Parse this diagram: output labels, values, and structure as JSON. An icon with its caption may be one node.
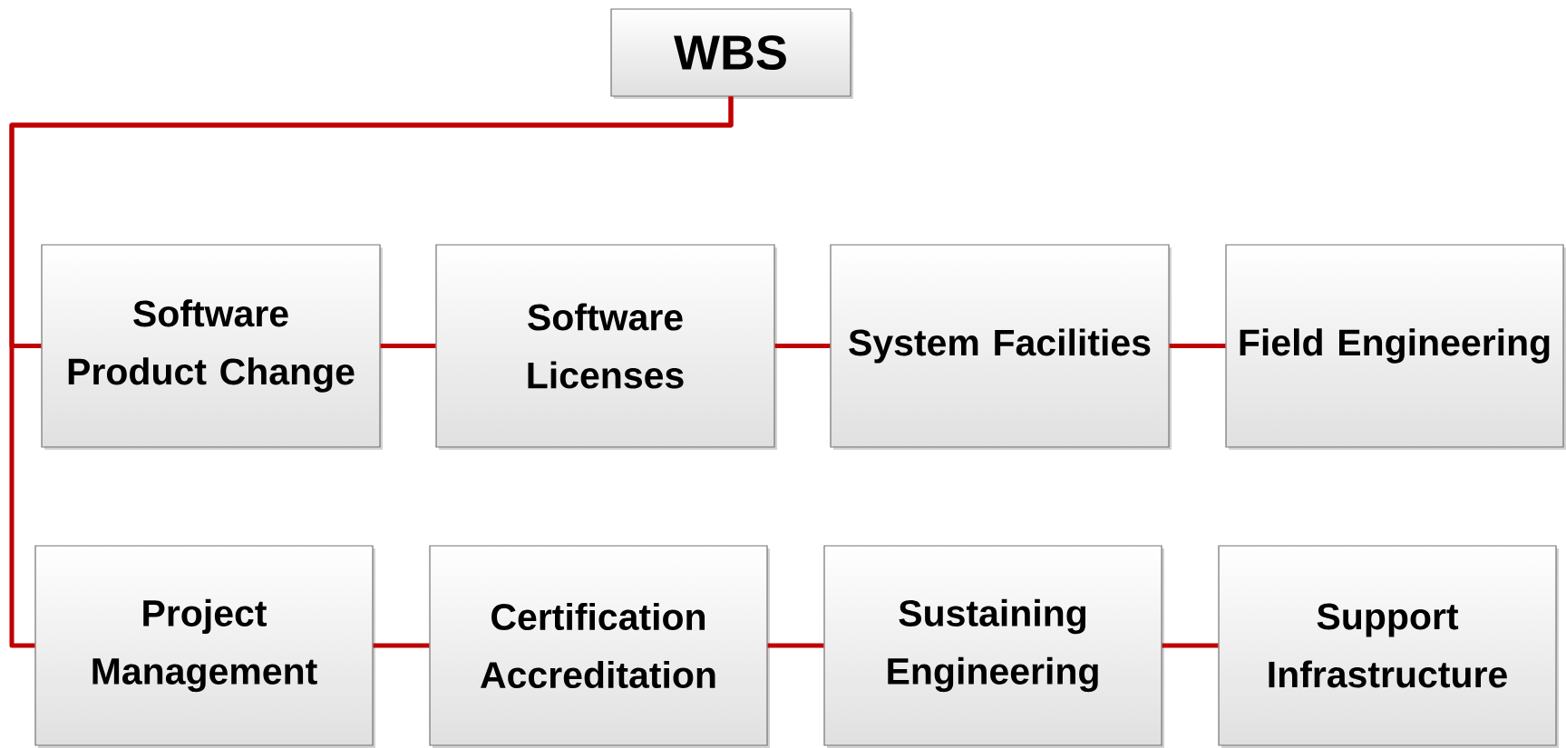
{
  "diagram": {
    "nodes": [
      {
        "text": [
          "WBS"
        ]
      },
      {
        "text": [
          "Software Product Change"
        ]
      },
      {
        "text": [
          "Software Licenses"
        ]
      },
      {
        "text": [
          "System Facilities"
        ]
      },
      {
        "text": [
          "Field Engineering"
        ]
      },
      {
        "text": [
          "Project Management"
        ]
      },
      {
        "text": [
          "Certification Accreditation"
        ]
      },
      {
        "text": [
          "Sustaining Engineering"
        ]
      },
      {
        "text": [
          "Support Infrastructure"
        ]
      }
    ],
    "edges": [
      {
        "from": 0,
        "to": 1,
        "arrow": "none"
      },
      {
        "from": 0,
        "to": 5,
        "arrow": "none"
      },
      {
        "from": 1,
        "to": 2,
        "arrow": "none"
      },
      {
        "from": 2,
        "to": 3,
        "arrow": "none"
      },
      {
        "from": 3,
        "to": 4,
        "arrow": "none"
      },
      {
        "from": 5,
        "to": 6,
        "arrow": "none"
      },
      {
        "from": 6,
        "to": 7,
        "arrow": "none"
      },
      {
        "from": 7,
        "to": 8,
        "arrow": "none"
      }
    ]
  }
}
